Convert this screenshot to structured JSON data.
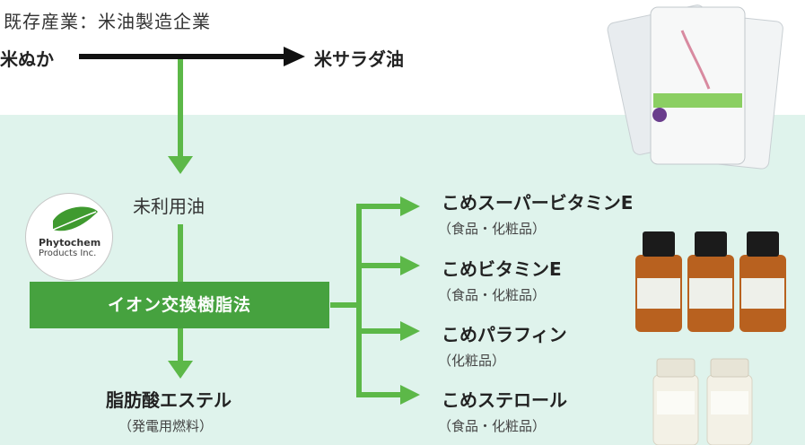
{
  "header": {
    "industry_label": "既存産業：米油製造企業"
  },
  "top_flow": {
    "source": "米ぬか",
    "product": "米サラダ油"
  },
  "unused_oil": "未利用油",
  "method": "イオン交換樹脂法",
  "byproduct": {
    "name": "脂肪酸エステル",
    "use": "（発電用燃料）"
  },
  "products": [
    {
      "name": "こめスーパービタミンE",
      "use": "（食品・化粧品）"
    },
    {
      "name": "こめビタミンE",
      "use": "（食品・化粧品）"
    },
    {
      "name": "こめパラフィン",
      "use": "（化粧品）"
    },
    {
      "name": "こめステロール",
      "use": "（食品・化粧品）"
    }
  ],
  "logo": {
    "line1": "Phytochem",
    "line2": "Products Inc."
  },
  "colors": {
    "green": "#5cb848",
    "dark_green": "#46a23f",
    "panel": "#dff3ec",
    "black": "#111111"
  }
}
